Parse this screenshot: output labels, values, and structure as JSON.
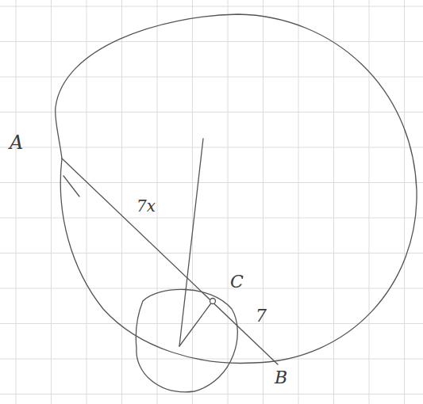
{
  "diagram": {
    "labels": [
      "A",
      "7x",
      "C",
      "7",
      "B"
    ]
  }
}
